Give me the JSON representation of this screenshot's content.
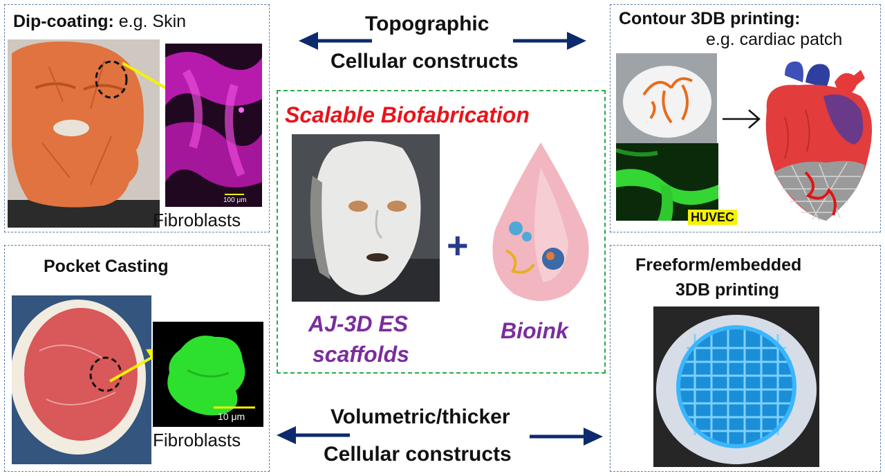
{
  "top_left": {
    "title_bold": "Dip-coating:",
    "title_rest": "e.g. Skin",
    "scale": "100 μm",
    "caption": "Fibroblasts"
  },
  "top_right": {
    "title": "Contour 3DB printing:",
    "subtitle": "e.g. cardiac patch",
    "huvec": "HUVEC"
  },
  "top_middle": {
    "line1": "Topographic",
    "line2": "Cellular constructs"
  },
  "center": {
    "title": "Scalable Biofabrication",
    "scaffold_line1": "AJ-3D ES",
    "scaffold_line2": "scaffolds",
    "plus": "+",
    "bioink": "Bioink"
  },
  "bottom_left": {
    "title": "Pocket Casting",
    "scale": "10 μm",
    "caption": "Fibroblasts"
  },
  "bottom_right": {
    "line1": "Freeform/embedded",
    "line2": "3DB printing"
  },
  "bottom_middle": {
    "line1": "Volumetric/thicker",
    "line2": "Cellular constructs"
  },
  "colors": {
    "panel_border": "#5b7fa6",
    "center_border": "#2aa84a",
    "arrow": "#0d2a6e",
    "title_red": "#e8141b",
    "purple": "#7a2d9c",
    "yellow": "#f6f200"
  }
}
